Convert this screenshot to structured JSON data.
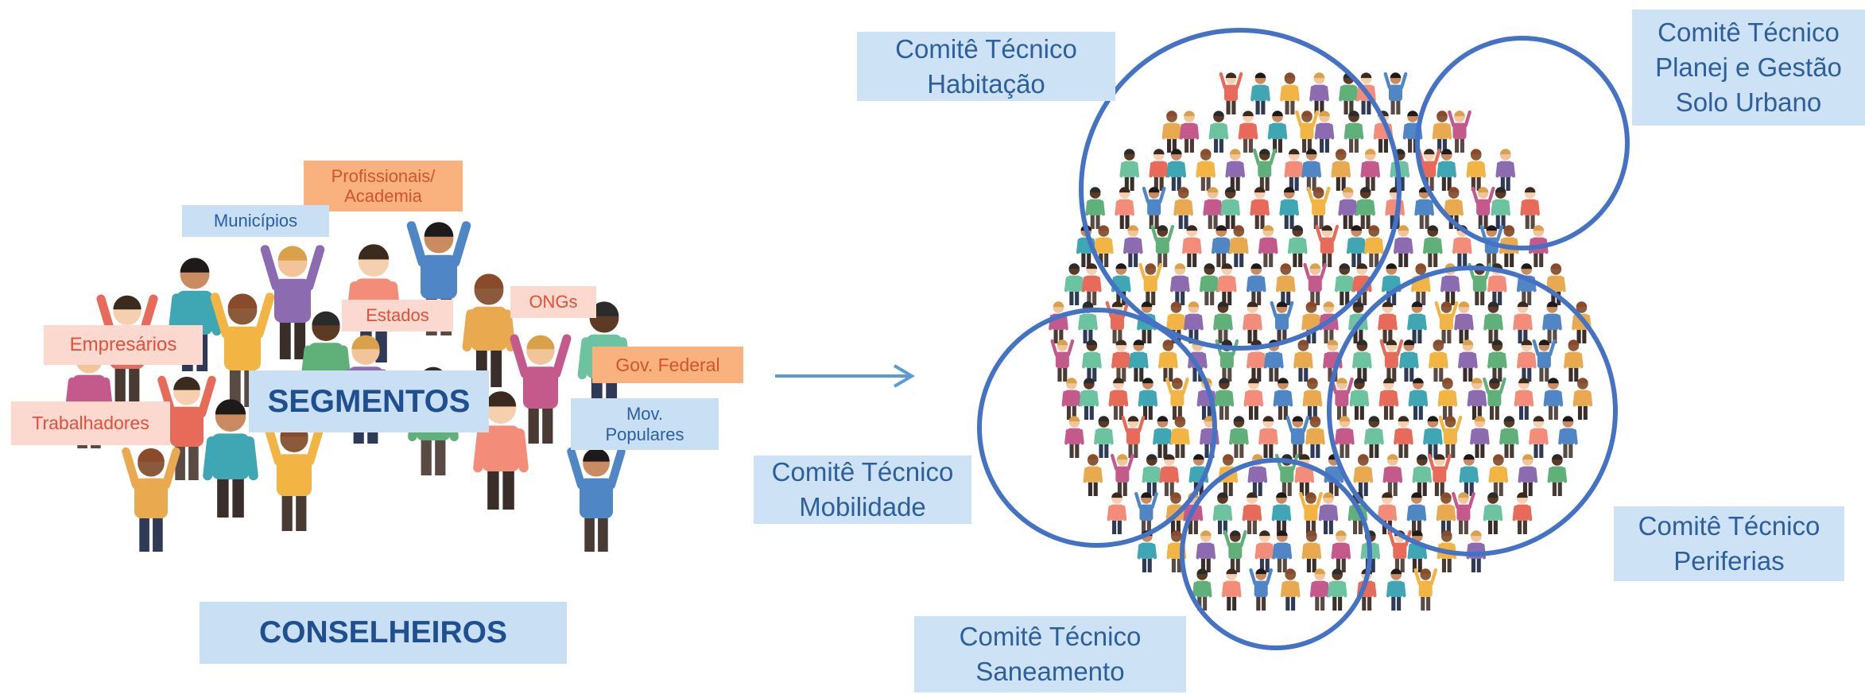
{
  "segments": {
    "title": "SEGMENTOS",
    "footer": "CONSELHEIROS",
    "tags": {
      "profissionais": "Profissionais/\nAcademia",
      "municipios": "Municípios",
      "empresarios": "Empresários",
      "estados": "Estados",
      "ongs": "ONGs",
      "gov_federal": "Gov. Federal",
      "trabalhadores": "Trabalhadores",
      "mov_populares": "Mov.\nPopulares"
    }
  },
  "committees": {
    "habitacao": "Comitê Técnico\nHabitação",
    "planej": "Comitê Técnico\nPlanej e Gestão\nSolo Urbano",
    "mobilidade": "Comitê Técnico\nMobilidade",
    "periferias": "Comitê Técnico\nPeriferias",
    "saneamento": "Comitê Técnico\nSaneamento"
  },
  "colors": {
    "circle": "#4472c4",
    "arrow": "#5b9bd5",
    "orange_tag": "#f9b27e",
    "pink_tag": "#fbd9cf",
    "blue_tag": "#c8dff4"
  }
}
